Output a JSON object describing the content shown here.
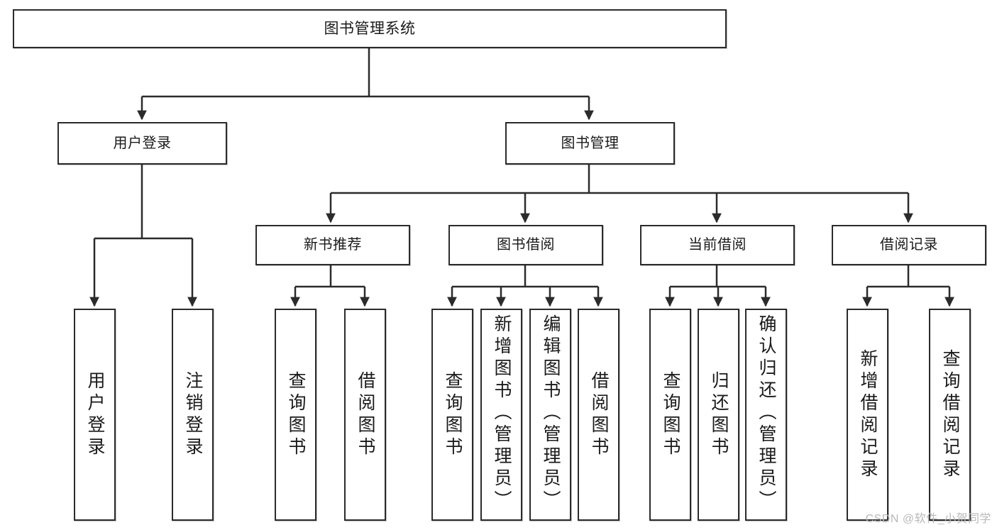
{
  "diagram": {
    "type": "tree-hierarchy",
    "title": "图书管理系统",
    "watermark": "CSDN @软件_小贺同学",
    "colors": {
      "stroke": "#2b2b2b",
      "fill": "#ffffff",
      "text": "#1a1a1a",
      "watermark": "#b9b9b9"
    },
    "root": {
      "label": "图书管理系统"
    },
    "tier2": [
      {
        "label": "用户登录"
      },
      {
        "label": "图书管理"
      }
    ],
    "tier3": [
      {
        "label": "新书推荐"
      },
      {
        "label": "图书借阅"
      },
      {
        "label": "当前借阅"
      },
      {
        "label": "借阅记录"
      }
    ],
    "leaves": [
      {
        "label": "用户登录",
        "parent": "用户登录"
      },
      {
        "label": "注销登录",
        "parent": "用户登录"
      },
      {
        "label": "查询图书",
        "parent": "新书推荐"
      },
      {
        "label": "借阅图书",
        "parent": "新书推荐"
      },
      {
        "label": "查询图书",
        "parent": "图书借阅"
      },
      {
        "label": "新增图书（管理员）",
        "parent": "图书借阅"
      },
      {
        "label": "编辑图书（管理员）",
        "parent": "图书借阅"
      },
      {
        "label": "借阅图书",
        "parent": "图书借阅"
      },
      {
        "label": "查询图书",
        "parent": "当前借阅"
      },
      {
        "label": "归还图书",
        "parent": "当前借阅"
      },
      {
        "label": "确认归还（管理员）",
        "parent": "当前借阅"
      },
      {
        "label": "新增借阅记录",
        "parent": "借阅记录"
      },
      {
        "label": "查询借阅记录",
        "parent": "借阅记录"
      }
    ]
  }
}
